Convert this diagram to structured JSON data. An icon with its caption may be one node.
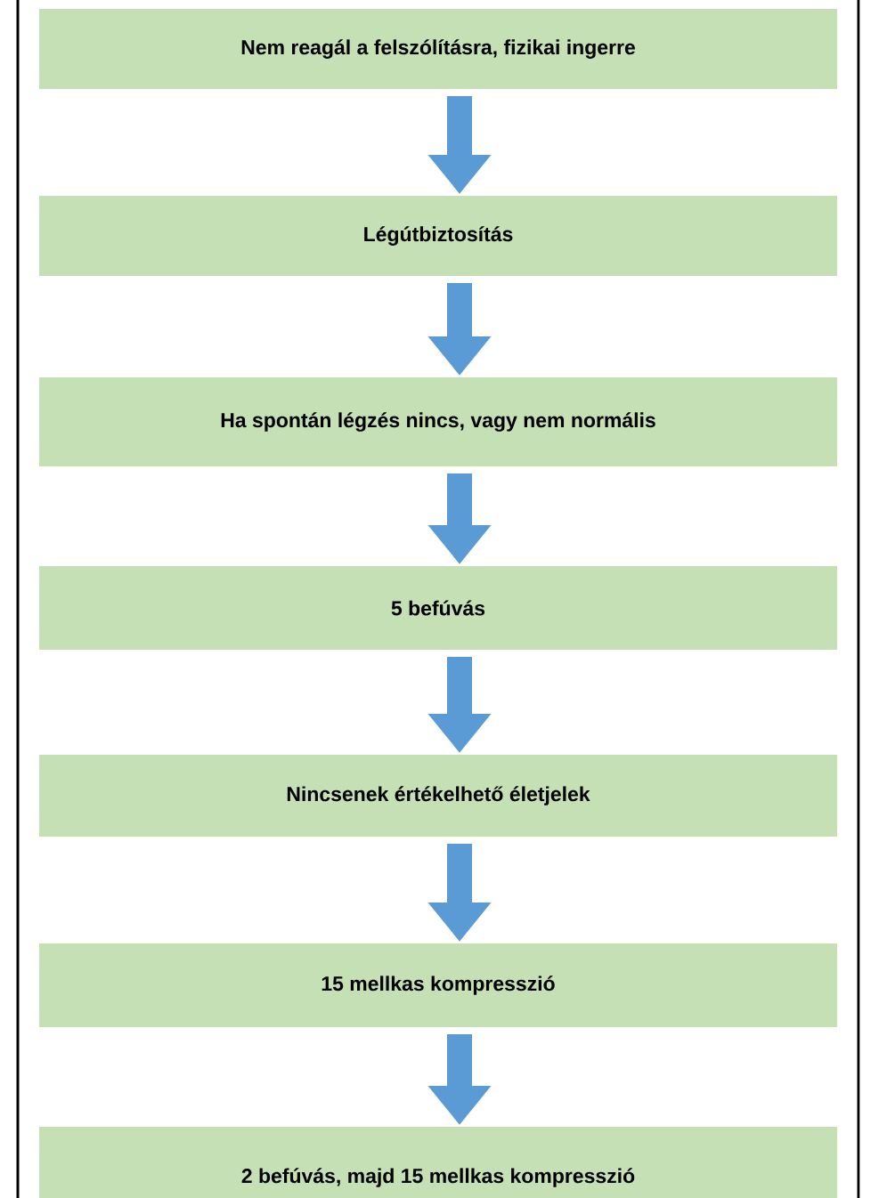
{
  "diagram": {
    "nodes": [
      {
        "text": [
          "Nem reagál a felszólításra, fizikai ingerre"
        ]
      },
      {
        "text": [
          "Légútbiztosítás"
        ]
      },
      {
        "text": [
          "Ha spontán légzés nincs, vagy nem normális"
        ]
      },
      {
        "text": [
          "5 befúvás"
        ]
      },
      {
        "text": [
          "Nincsenek értékelhető életjelek"
        ]
      },
      {
        "text": [
          "15 mellkas kompresszió"
        ]
      },
      {
        "text": [
          "2 befúvás, majd 15 mellkas kompresszió"
        ]
      }
    ],
    "edges": [
      {
        "from": 0,
        "to": 1,
        "arrow": "to"
      },
      {
        "from": 1,
        "to": 2,
        "arrow": "to"
      },
      {
        "from": 2,
        "to": 3,
        "arrow": "to"
      },
      {
        "from": 3,
        "to": 4,
        "arrow": "to"
      },
      {
        "from": 4,
        "to": 5,
        "arrow": "to"
      },
      {
        "from": 5,
        "to": 6,
        "arrow": "to"
      }
    ]
  }
}
